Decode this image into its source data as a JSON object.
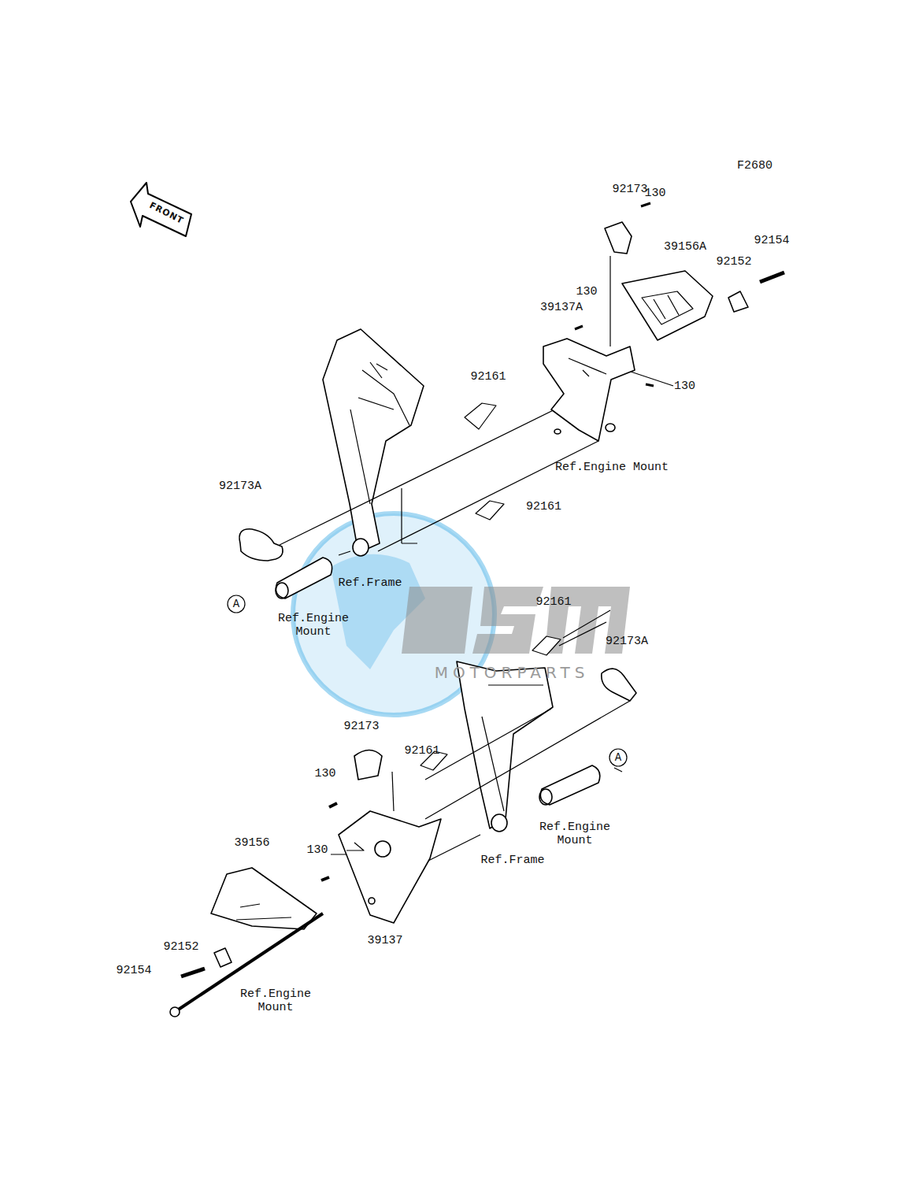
{
  "diagram": {
    "nodes": [
      {
        "text": [
          "A"
        ]
      },
      {
        "text": [
          "A"
        ]
      }
    ],
    "labels": [
      "F2680",
      "FRONT",
      "92173",
      "130",
      "92154",
      "39156A",
      "92152",
      "130",
      "39137A",
      "130",
      "92161",
      "Ref.Engine Mount",
      "92173A",
      "92161",
      "Ref.Frame",
      "Ref.Engine Mount",
      "92161",
      "92173A",
      "MOTORPARTS",
      "92173",
      "92161",
      "130",
      "Ref.Engine Mount",
      "39156",
      "130",
      "Ref.Frame",
      "39137",
      "92152",
      "92154",
      "Ref.Engine Mount"
    ]
  }
}
